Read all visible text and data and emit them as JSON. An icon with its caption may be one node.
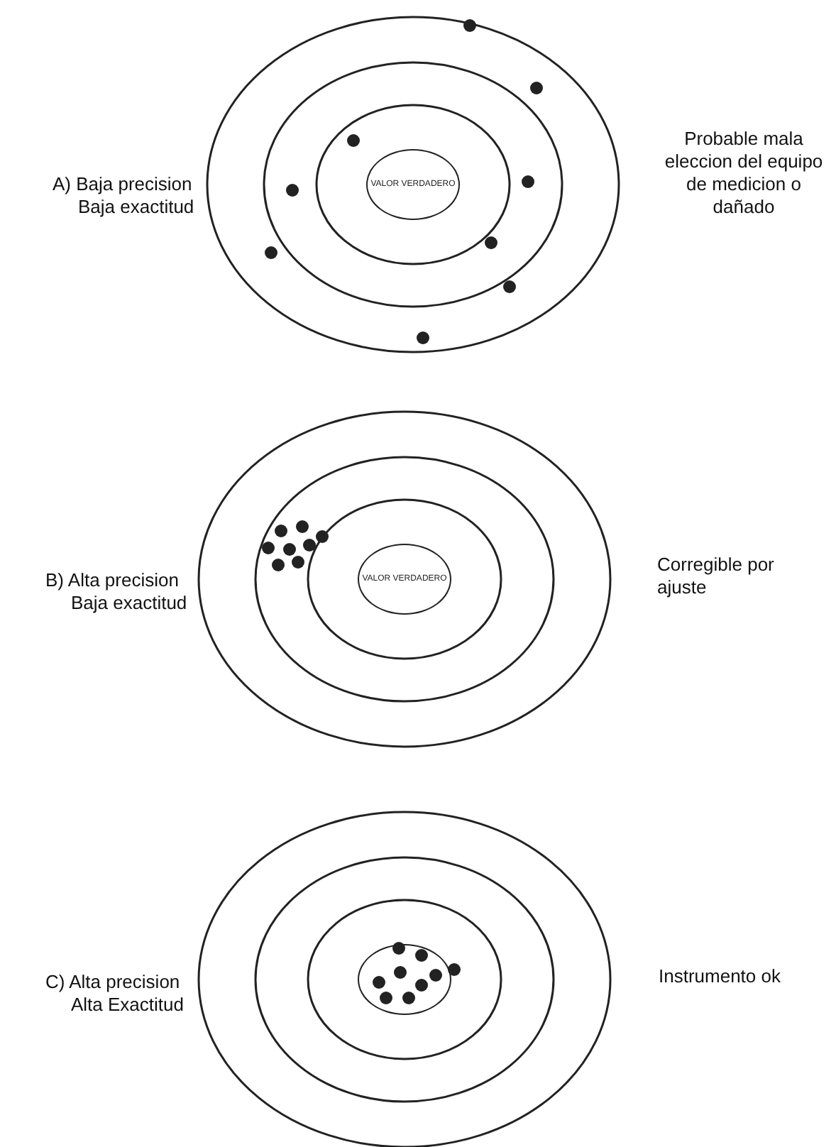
{
  "diagram": {
    "nodes": [
      {
        "text": [
          "VALOR VERDADERO"
        ]
      },
      {
        "text": [
          "VALOR VERDADERO"
        ]
      },
      {
        "text": [],
        "shape": "circle"
      }
    ],
    "labels": [
      "A) Baja precision",
      "Baja exactitud",
      "Probable mala eleccion del equipo de medicion o dañado",
      "B) Alta precision",
      "Baja exactitud",
      "Corregible por ajuste",
      "C) Alta precision",
      "Alta Exactitud",
      "Instrumento ok"
    ]
  }
}
